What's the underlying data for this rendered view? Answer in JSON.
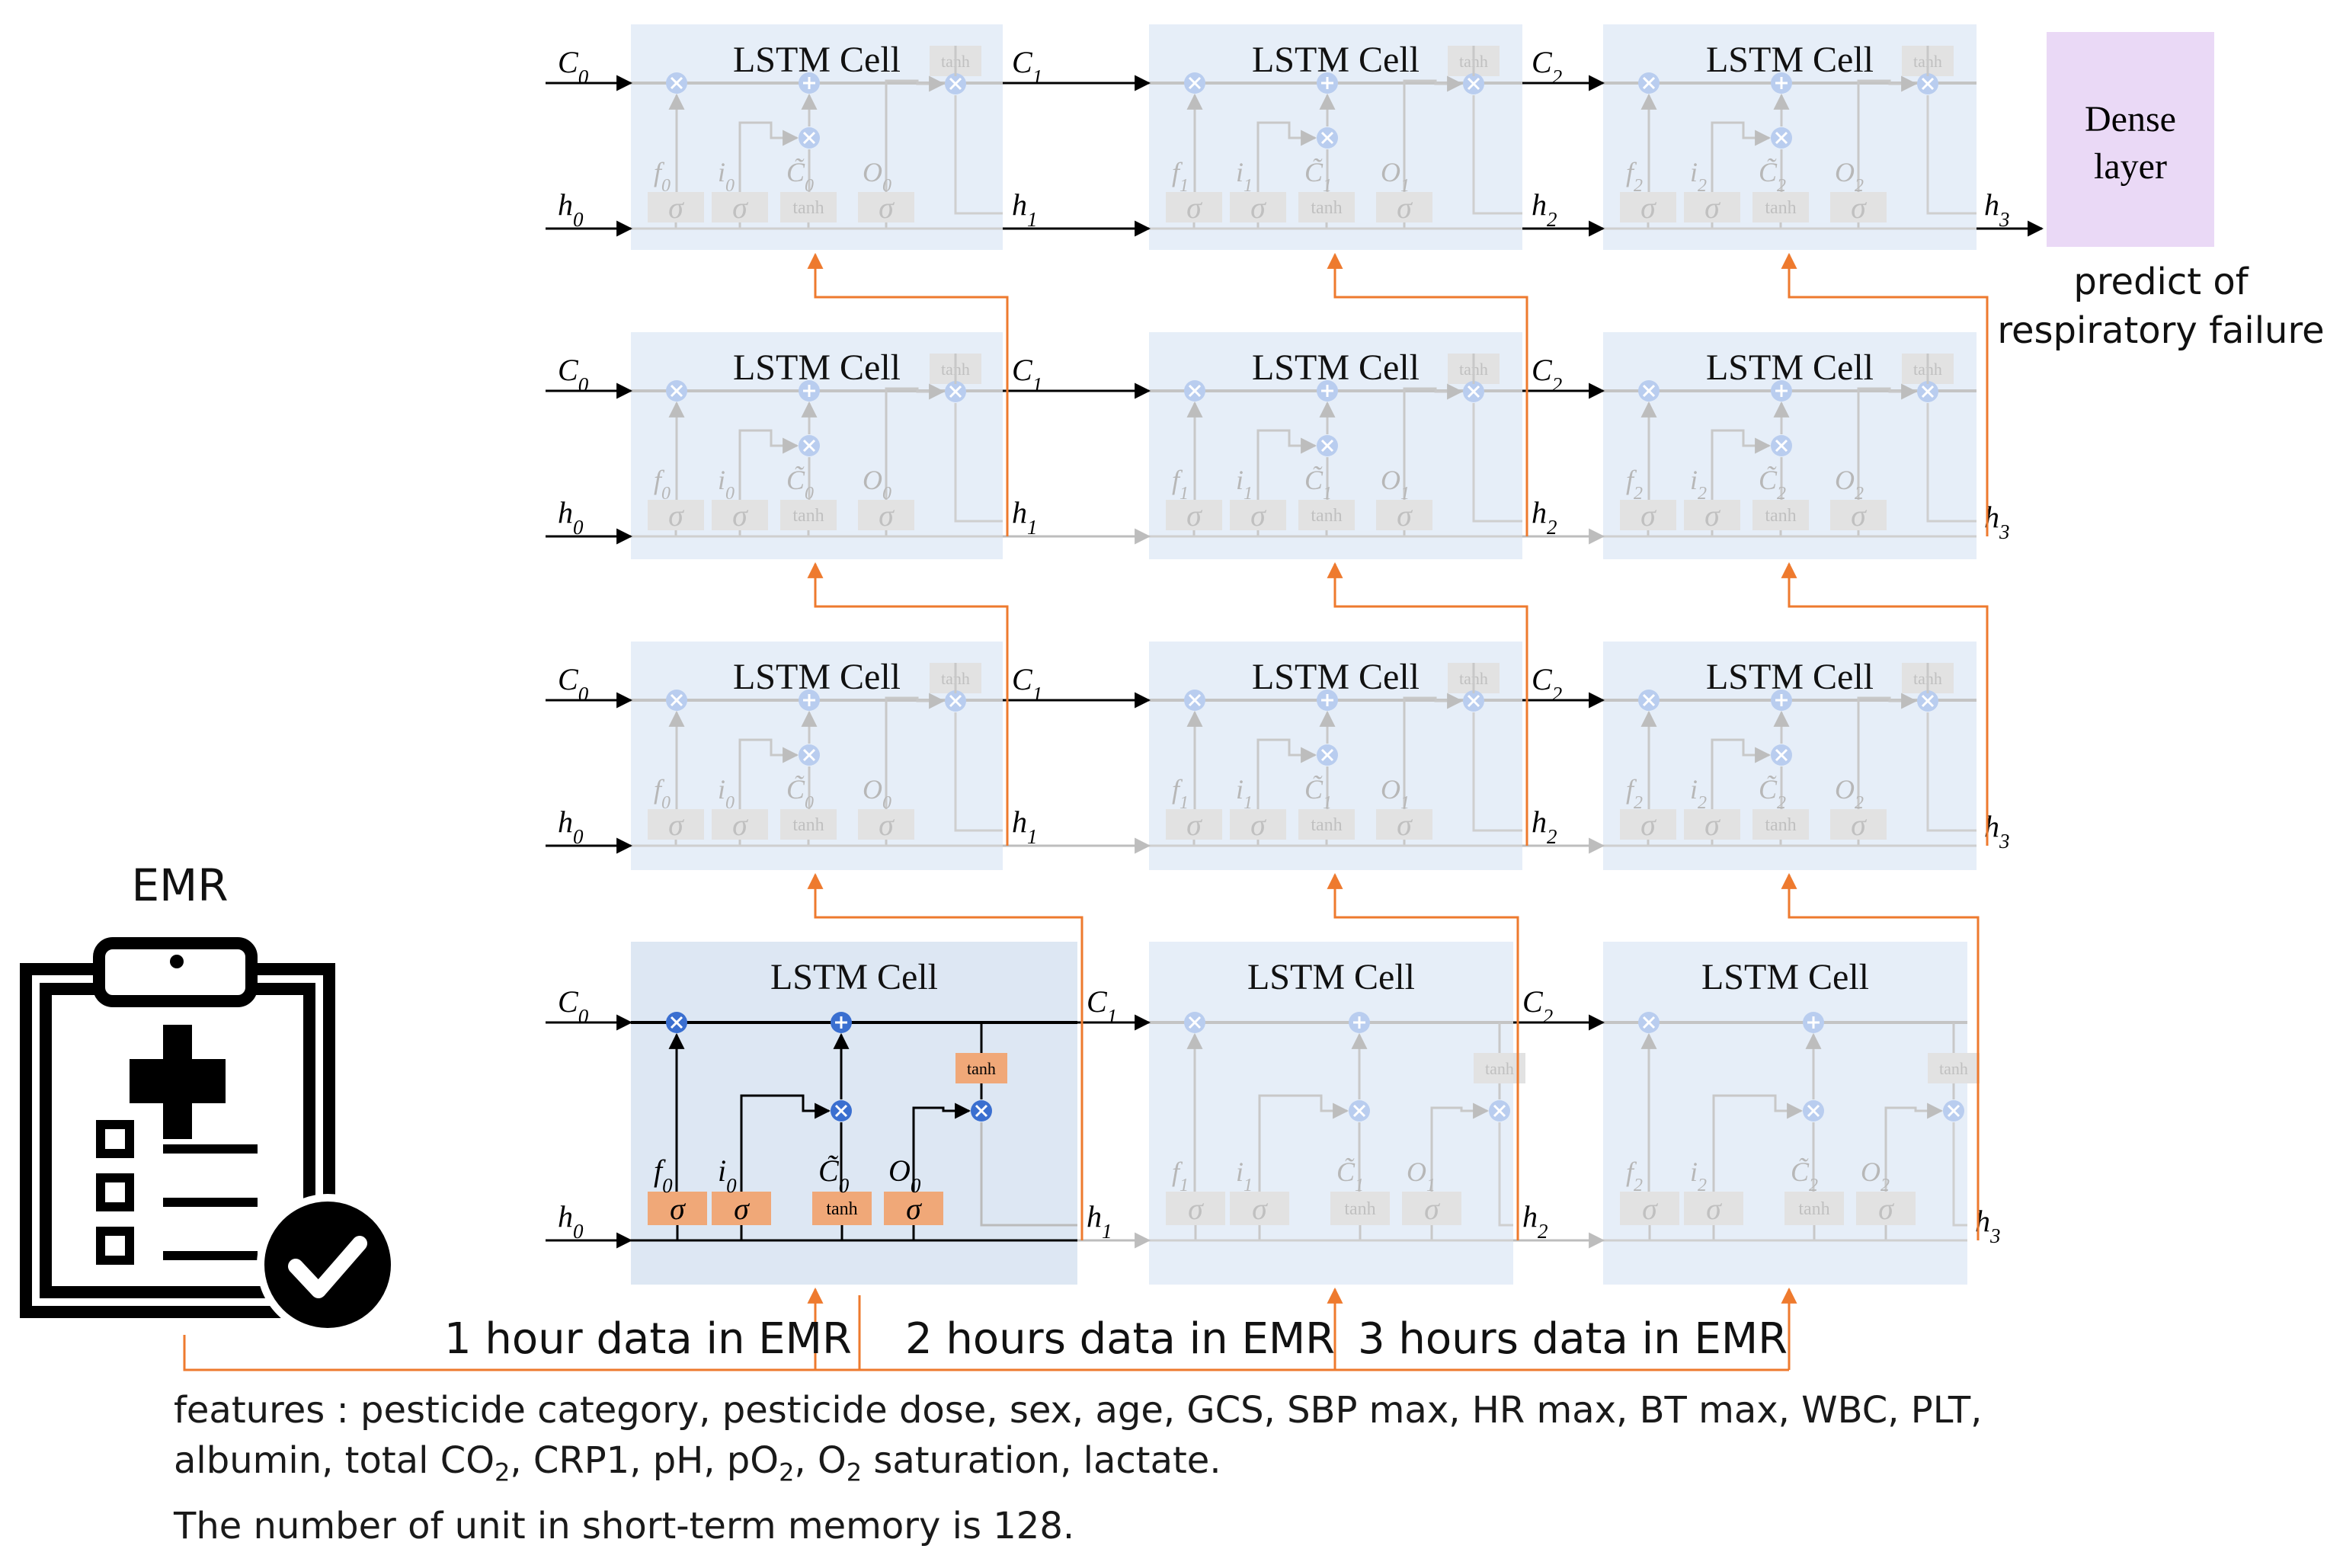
{
  "cell_title": "LSTM Cell",
  "cell_state_labels": [
    "C0",
    "C1",
    "C2"
  ],
  "hidden_state_labels": [
    "h0",
    "h1",
    "h2",
    "h3"
  ],
  "gate_labels": {
    "forget": "f",
    "input": "i",
    "candidate": "C̃",
    "output": "O"
  },
  "gate_symbols": {
    "sigma": "σ",
    "tanh": "tanh"
  },
  "dense_layer": {
    "line1": "Dense",
    "line2": "layer"
  },
  "prediction": {
    "line1": "predict of",
    "line2": "respiratory failure"
  },
  "emr": {
    "label": "EMR"
  },
  "time_inputs": [
    "1 hour data in EMR",
    "2 hours data in EMR",
    "3 hours data in EMR"
  ],
  "features": {
    "line1": "features : pesticide category, pesticide dose, sex, age, GCS, SBP max, HR max, BT max, WBC, PLT,",
    "line2_part1": "albumin, total CO",
    "line2_sub1": "2",
    "line2_part2": ", CRP1, pH, pO",
    "line2_sub2": "2",
    "line2_part3": ", O",
    "line2_sub3": "2",
    "line2_part4": " saturation, lactate."
  },
  "units_note": "The number of unit in short-term memory is 128.",
  "colors": {
    "cell_faded": "#e6eef8",
    "cell_active": "#dde7f3",
    "gate_orange": "#f0a878",
    "node_blue": "#3a6fd0",
    "arrow_orange": "#ee7a2e",
    "dense_purple": "#ead9f6",
    "faded_gray": "#c8c8c8",
    "faded_node": "#b9cdef"
  }
}
